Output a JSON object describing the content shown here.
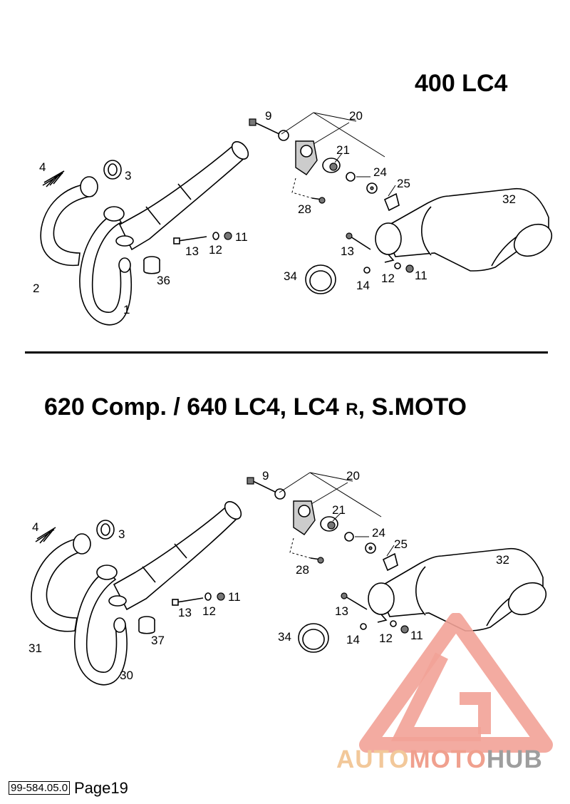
{
  "sections": [
    {
      "title": "400 LC4",
      "parts": [
        {
          "label": "1"
        },
        {
          "label": "2"
        },
        {
          "label": "3"
        },
        {
          "label": "4"
        },
        {
          "label": "9"
        },
        {
          "label": "11"
        },
        {
          "label": "12"
        },
        {
          "label": "13"
        },
        {
          "label": "20"
        },
        {
          "label": "21"
        },
        {
          "label": "24"
        },
        {
          "label": "25"
        },
        {
          "label": "28"
        },
        {
          "label": "32"
        },
        {
          "label": "13"
        },
        {
          "label": "14"
        },
        {
          "label": "12"
        },
        {
          "label": "11"
        },
        {
          "label": "34"
        },
        {
          "label": "36"
        }
      ]
    },
    {
      "title_main": "620 Comp. / 640 LC4, LC4 ",
      "title_small": "R",
      "title_end": ", S.MOTO",
      "parts": [
        {
          "label": "30"
        },
        {
          "label": "31"
        },
        {
          "label": "3"
        },
        {
          "label": "4"
        },
        {
          "label": "9"
        },
        {
          "label": "11"
        },
        {
          "label": "12"
        },
        {
          "label": "13"
        },
        {
          "label": "20"
        },
        {
          "label": "21"
        },
        {
          "label": "24"
        },
        {
          "label": "25"
        },
        {
          "label": "28"
        },
        {
          "label": "32"
        },
        {
          "label": "13"
        },
        {
          "label": "14"
        },
        {
          "label": "12"
        },
        {
          "label": "11"
        },
        {
          "label": "34"
        },
        {
          "label": "37"
        }
      ]
    }
  ],
  "footer": {
    "code": "99-584.05.0",
    "page": "Page19"
  },
  "watermark": {
    "part1": "AUTO",
    "part2": "MOTO",
    "part3": "HUB",
    "colors": {
      "auto": "#f2c89a",
      "moto": "#f0a08e",
      "hub": "#9e9e9e",
      "triangle": "#f2a297"
    }
  }
}
